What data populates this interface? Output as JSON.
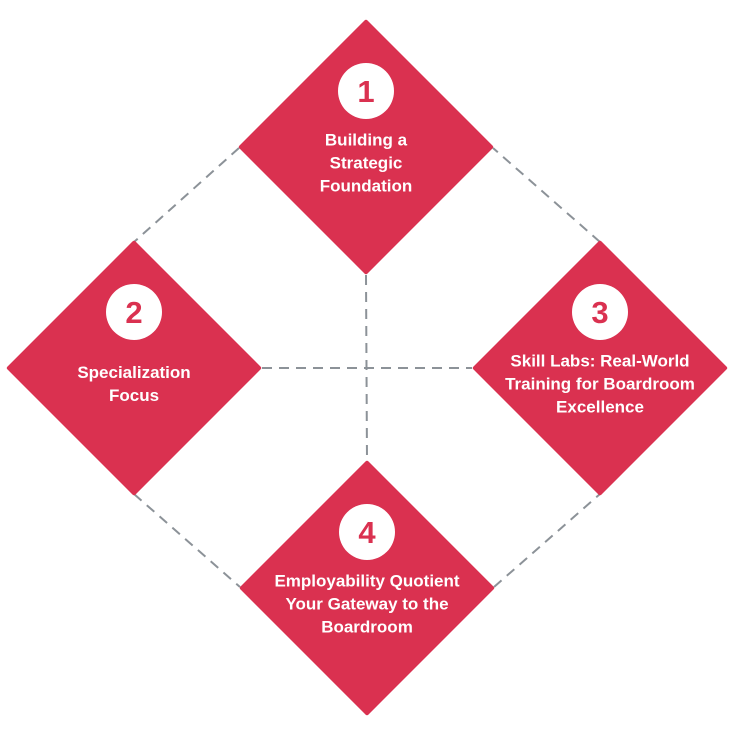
{
  "diagram": {
    "type": "process-diamond-infographic",
    "colors": {
      "accent": "#da3150",
      "connector": "#8c9298",
      "badge_bg": "#ffffff",
      "label_text": "#ffffff",
      "background": "#ffffff"
    },
    "nodes": [
      {
        "number": "1",
        "position": "top",
        "label": "Building a\nStrategic\nFoundation"
      },
      {
        "number": "2",
        "position": "left",
        "label": "Specialization\nFocus"
      },
      {
        "number": "3",
        "position": "right",
        "label": "Skill Labs: Real-World\nTraining for Boardroom\nExcellence"
      },
      {
        "number": "4",
        "position": "bottom",
        "label": "Employability Quotient\nYour Gateway to the\nBoardroom"
      }
    ]
  }
}
